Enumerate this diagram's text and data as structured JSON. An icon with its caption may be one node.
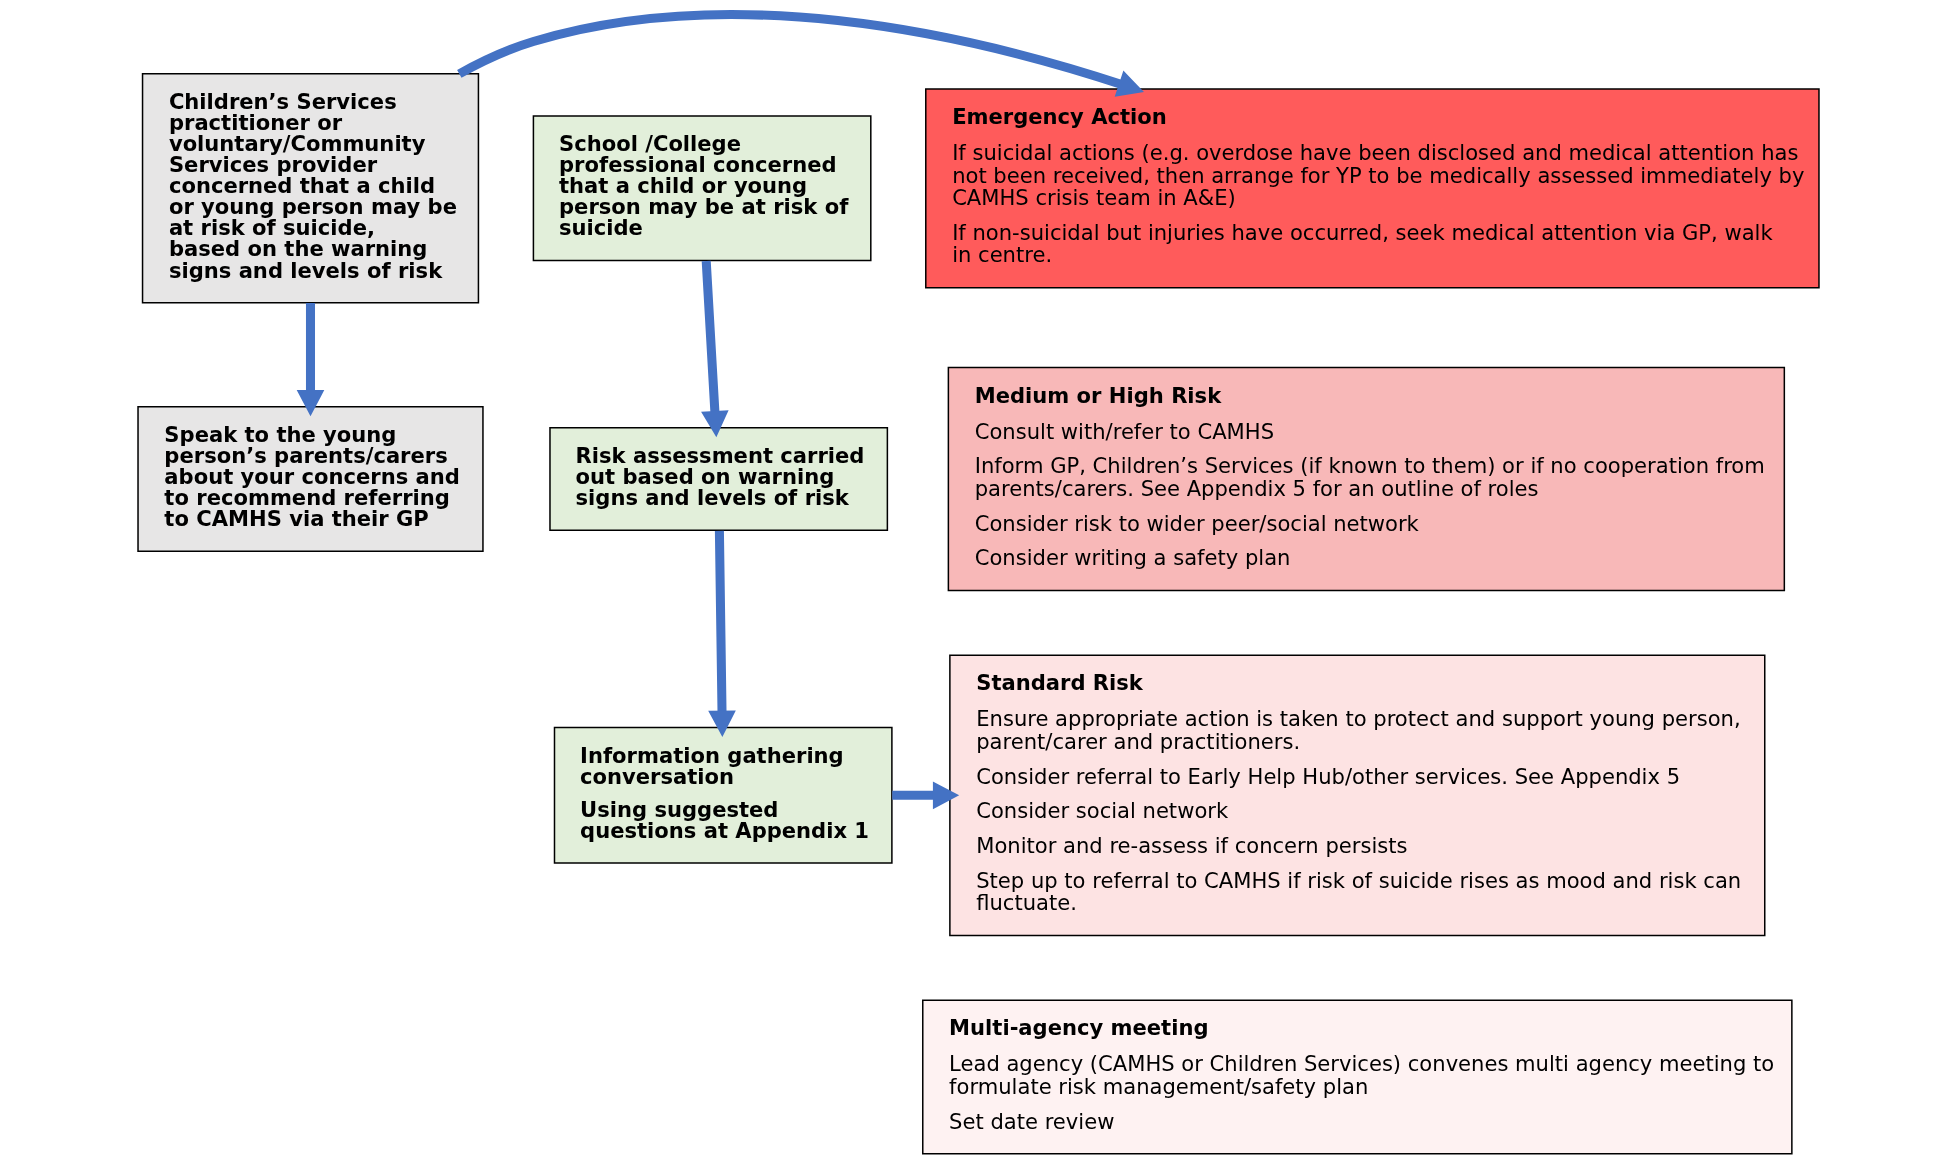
{
  "diagram": {
    "nodes": [
      {
        "text": [
          "Children’s Services practitioner or voluntary/Community Services provider concerned that a child or young person may be at risk of suicide, based on the warning signs and levels of risk"
        ]
      },
      {
        "text": [
          "School /College professional concerned that a child or young person may be at risk of suicide"
        ]
      },
      {
        "text": [
          "Speak to the young person’s parents/carers about your concerns and to recommend referring to CAMHS via their GP"
        ]
      },
      {
        "text": [
          "Risk assessment carried out based on warning signs and levels of risk"
        ]
      },
      {
        "text": [
          "Information gathering conversation",
          "Using suggested questions at Appendix 1"
        ]
      },
      {
        "text": [
          "Emergency Action",
          "If suicidal actions (e.g. overdose have been disclosed and medical attention has not been received, then arrange for YP to be medically assessed immediately by CAMHS crisis team in A&E)",
          "If non-suicidal but injuries have occurred, seek medical attention via GP, walk in centre."
        ]
      },
      {
        "text": [
          "Medium or High Risk",
          "Consult with/refer to CAMHS",
          "Inform GP, Children’s Services (if known to them) or if no cooperation from parents/carers. See Appendix 5 for an outline of roles",
          "Consider risk to wider peer/social network",
          "Consider writing a safety plan"
        ]
      },
      {
        "text": [
          "Standard Risk",
          "Ensure appropriate action is taken to protect and support young person, parent/carer and practitioners.",
          "Consider referral to Early Help Hub/other services. See Appendix 5",
          "Consider social network",
          "Monitor and re-assess if concern persists",
          "Step up to referral to CAMHS if risk of suicide rises as mood and risk can fluctuate."
        ]
      },
      {
        "text": [
          "Multi-agency meeting",
          "Lead agency (CAMHS or Children Services) convenes multi agency meeting to formulate risk management/safety plan",
          "Set date review"
        ]
      }
    ],
    "edges": [
      {
        "from": 0,
        "to": 5,
        "arrow": "to"
      },
      {
        "from": 0,
        "to": 2,
        "arrow": "to"
      },
      {
        "from": 1,
        "to": 3,
        "arrow": "to"
      },
      {
        "from": 3,
        "to": 4,
        "arrow": "to"
      },
      {
        "from": 4,
        "to": 7,
        "arrow": "to"
      }
    ]
  }
}
